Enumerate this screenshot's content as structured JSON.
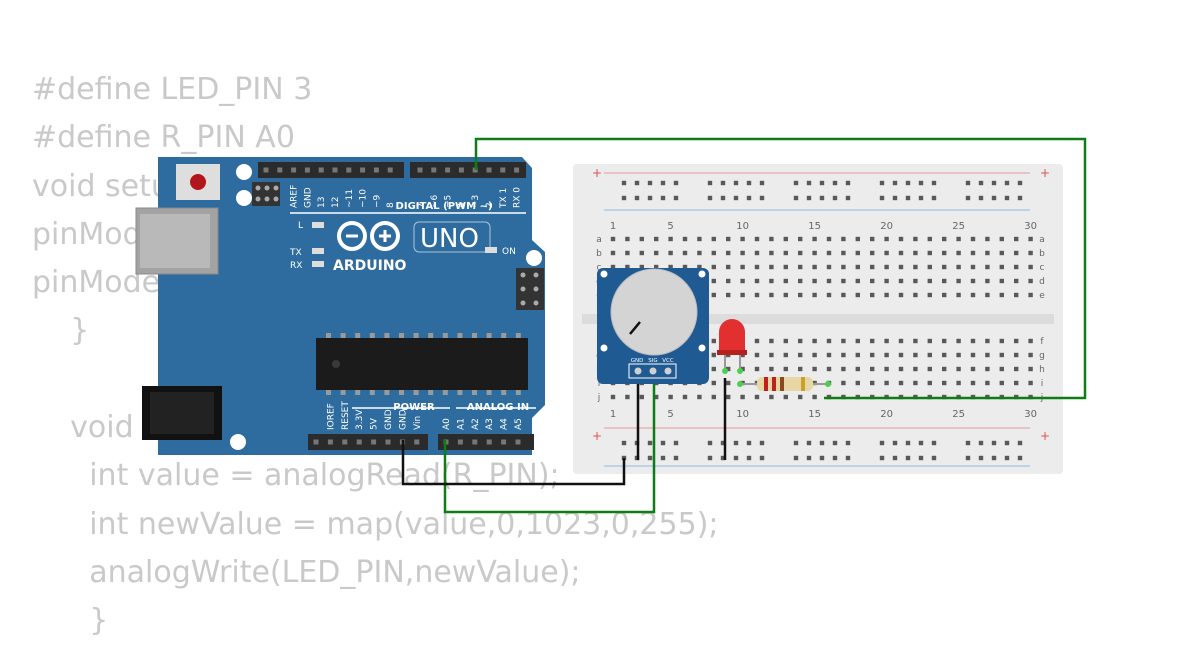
{
  "code": {
    "lines": [
      "#define LED_PIN 3",
      "#define R_PIN A0",
      "void setup(){",
      "pinMode(LED_PIN,OUTPUT);",
      "pinMode(R_PIN,INPUT);",
      "    }",
      "",
      "    void loop(){",
      "      int value = analogRead(R_PIN);",
      "      int newValue = map(value,0,1023,0,255);",
      "      analogWrite(LED_PIN,newValue);",
      "      }"
    ]
  },
  "arduino": {
    "brand": "ARDUINO",
    "model": "UNO",
    "digital_label": "DIGITAL (PWM ~)",
    "power_label": "POWER",
    "analog_label": "ANALOG IN",
    "on_label": "ON",
    "led_l": "L",
    "led_tx": "TX",
    "led_rx": "RX",
    "digital_pins": [
      "AREF",
      "GND",
      "13",
      "12",
      "~11",
      "~10",
      "~9",
      "8",
      "7",
      "~6",
      "~5",
      "4",
      "~3",
      "2",
      "TX 1",
      "RX 0"
    ],
    "power_pins": [
      "IOREF",
      "RESET",
      "3.3V",
      "5V",
      "GND",
      "GND",
      "Vin"
    ],
    "analog_pins": [
      "A0",
      "A1",
      "A2",
      "A3",
      "A4",
      "A5"
    ]
  },
  "breadboard": {
    "column_numbers": [
      "1",
      "5",
      "10",
      "15",
      "20",
      "25",
      "30"
    ],
    "rows_top": [
      "a",
      "b",
      "c",
      "d",
      "e"
    ],
    "rows_bottom": [
      "f",
      "g",
      "h",
      "i",
      "j"
    ],
    "plus": "+",
    "minus": "−"
  },
  "potentiometer": {
    "pin_gnd": "GND",
    "pin_sig": "SIG",
    "pin_vcc": "VCC"
  },
  "colors": {
    "code_text": "#c9c9c9",
    "board_blue": "#2e6b9e",
    "wire_green": "#0e7d14",
    "wire_black": "#111111",
    "led_red": "#e23030",
    "pot_blue": "#1f5a93"
  }
}
